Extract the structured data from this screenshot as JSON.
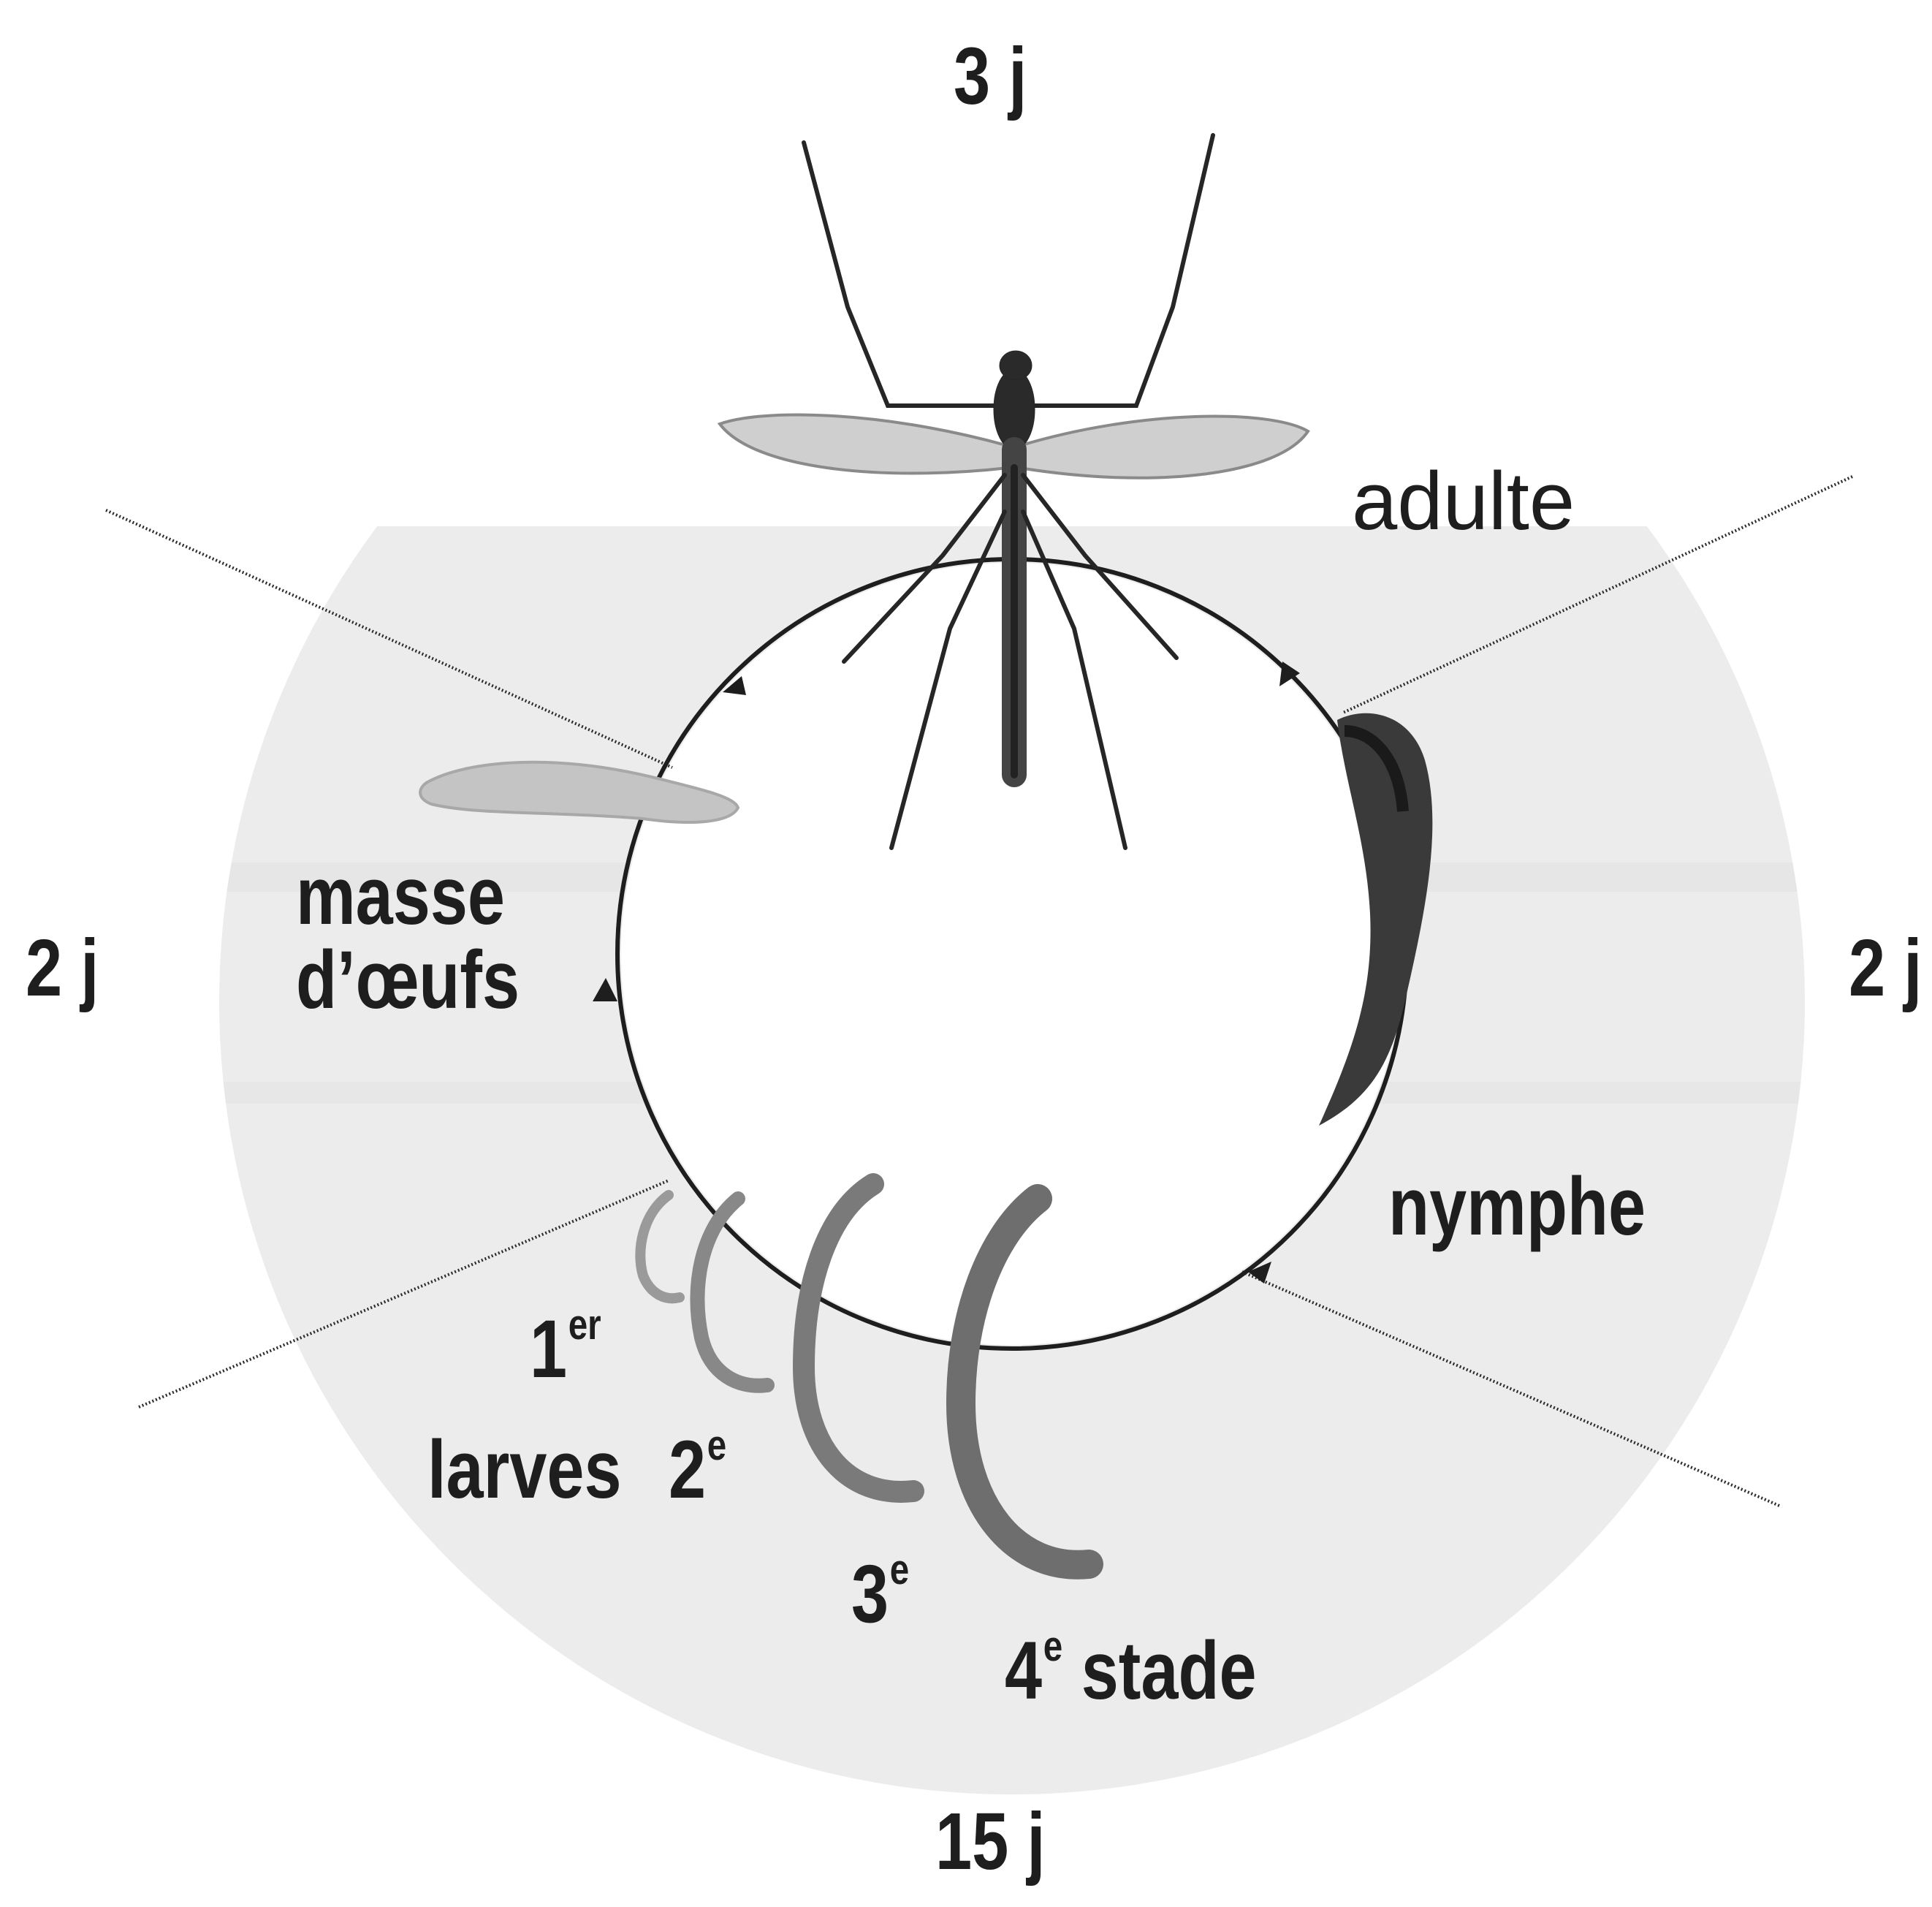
{
  "durations": {
    "top": "3 j",
    "left": "2 j",
    "right": "2 j",
    "bottom": "15 j"
  },
  "stages": {
    "adult": "adulte",
    "eggs_line1": "masse",
    "eggs_line2": "d’œufs",
    "pupa": "nymphe",
    "larvae": "larves",
    "instar1_num": "1",
    "instar1_sup": "er",
    "instar2_num": "2",
    "instar2_sup": "e",
    "instar3_num": "3",
    "instar3_sup": "e",
    "instar4_num": "4",
    "instar4_sup": "e",
    "instar4_word": "stade"
  },
  "colors": {
    "ink": "#1e1e1e",
    "background_disc": "#e9e9e9",
    "pupa": "#3a3a3a",
    "larva": "#7a7a7a",
    "eggs": "#9a9a9a"
  },
  "icons": [
    "mosquito-icon",
    "egg-raft-icon",
    "pupa-icon",
    "larva-icon"
  ]
}
